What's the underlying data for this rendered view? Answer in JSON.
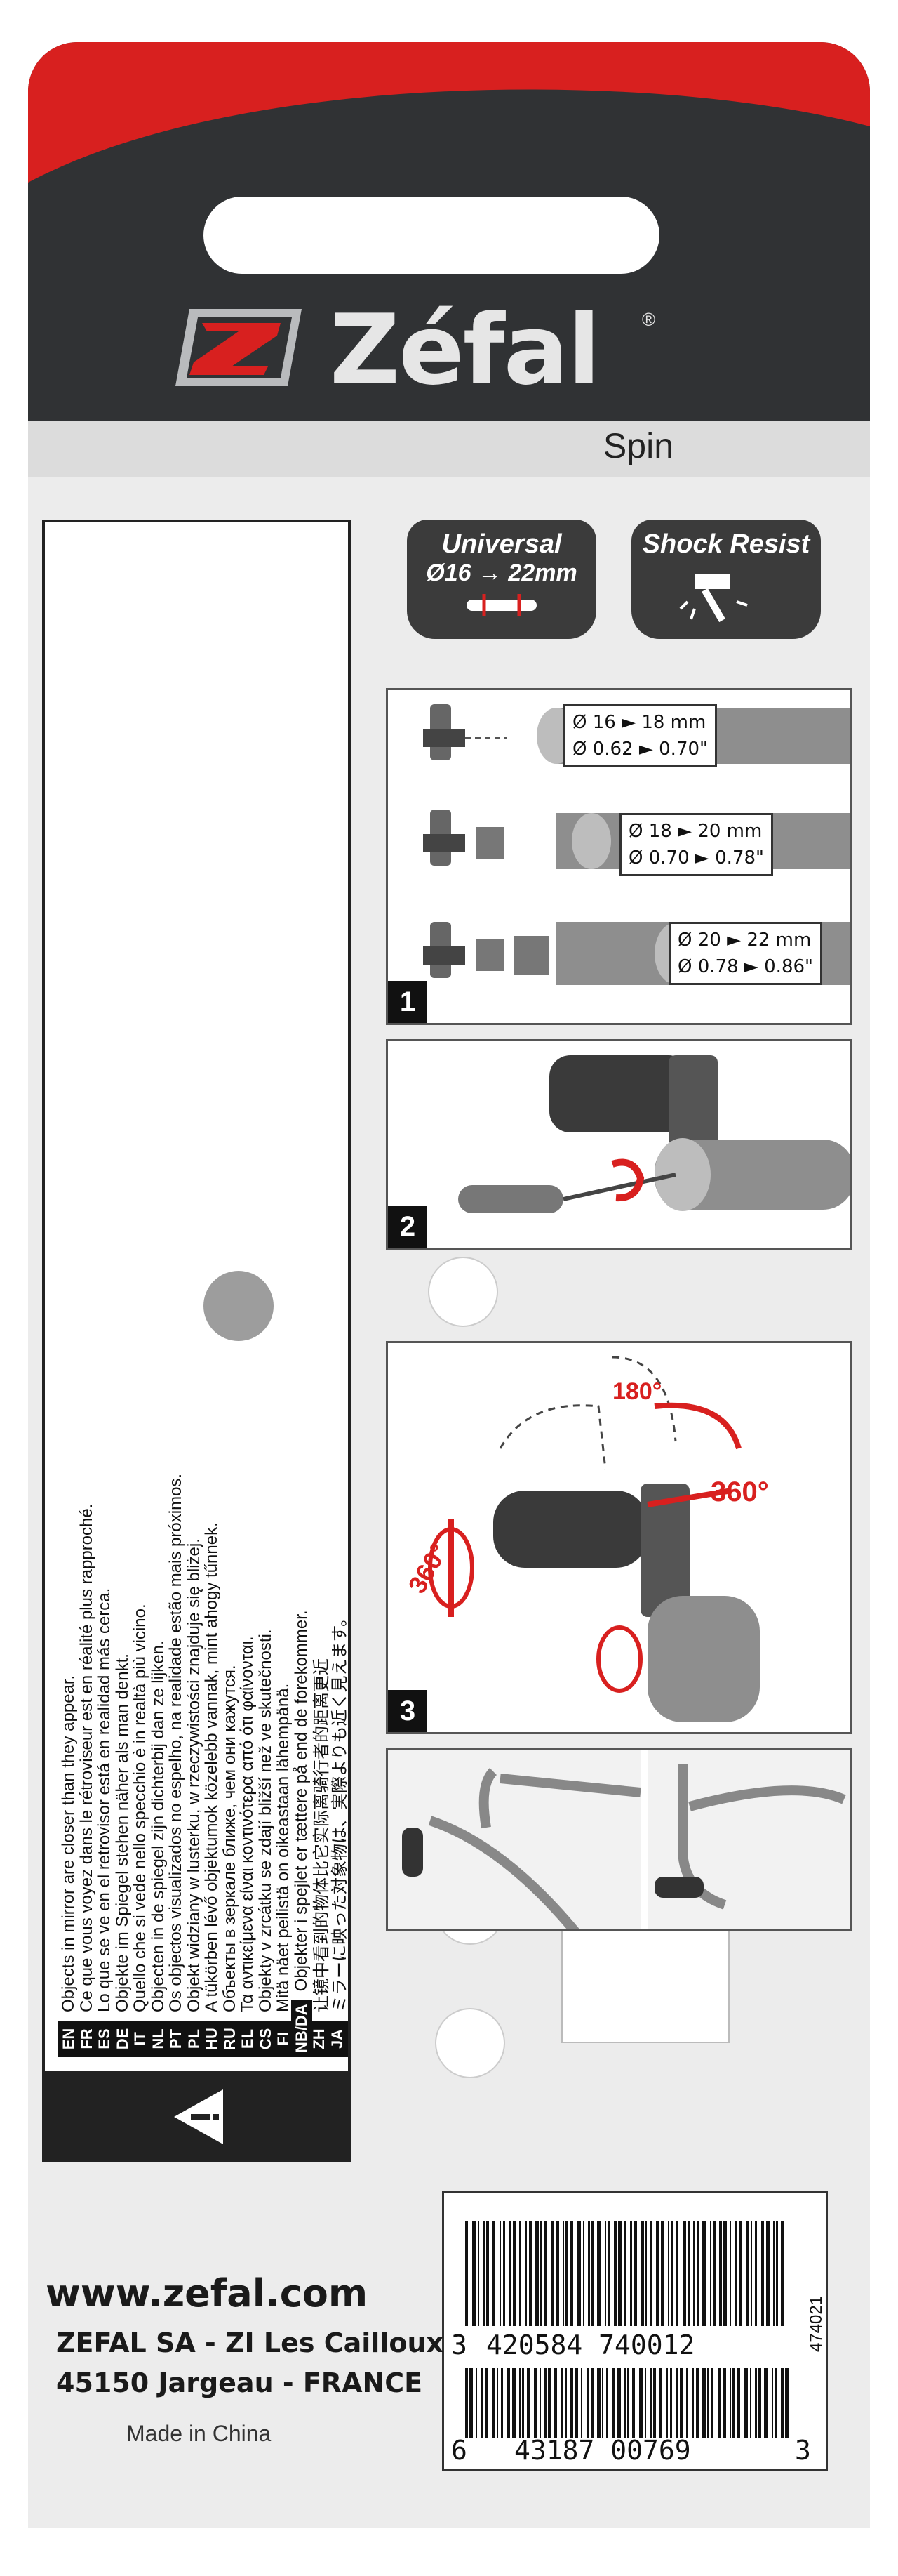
{
  "brand": {
    "name": "Zéfal",
    "registered": "®",
    "model": "Spin",
    "colors": {
      "card": "#303234",
      "red": "#d8201f",
      "grey": "#dcdcdc"
    }
  },
  "features": [
    {
      "title": "Universal",
      "subtitle": "Ø16 → 22mm",
      "icon": "handlebar-clamp-icon"
    },
    {
      "title": "Shock Resist",
      "icon": "hammer-icon"
    }
  ],
  "warnings": [
    {
      "code": "EN",
      "text": "Objects in mirror are closer than they appear."
    },
    {
      "code": "FR",
      "text": "Ce que vous voyez dans le rétroviseur est en réalité plus rapproché."
    },
    {
      "code": "ES",
      "text": "Lo que se ve en el retrovisor está en realidad más cerca."
    },
    {
      "code": "DE",
      "text": "Objekte im Spiegel stehen näher als man denkt."
    },
    {
      "code": "IT",
      "text": "Quello che si vede nello specchio è in realtà più vicino."
    },
    {
      "code": "NL",
      "text": "Objecten in de spiegel zijn dichterbij dan ze lijken."
    },
    {
      "code": "PT",
      "text": "Os objectos visualizados no espelho, na realidade estão mais próximos."
    },
    {
      "code": "PL",
      "text": "Objekt widziany w lusterku, w rzeczywistości znajduje się bliżej."
    },
    {
      "code": "HU",
      "text": "A tükörben lévő objektumok közelebb vannak, mint ahogy tűnnek."
    },
    {
      "code": "RU",
      "text": "Объекты в зеркале ближе, чем они кажутся."
    },
    {
      "code": "EL",
      "text": "Τα αντικείμενα είναι κοντινότερα από ότι φαίνονται."
    },
    {
      "code": "CS",
      "text": "Objekty v zrcátku se zdají bližší než ve skutečnosti."
    },
    {
      "code": "FI",
      "text": "Mitä näet peilistä on oikeastaan lähempänä."
    },
    {
      "code": "NB/DA",
      "text": "Objekter i spejlet er tættere på end de forekommer."
    },
    {
      "code": "ZH",
      "text": "让镜中看到的物体比它实际离骑行者的距离更近"
    },
    {
      "code": "JA",
      "text": "ミラーに映った対象物は、実際よりも近く見えます。"
    }
  ],
  "steps": [
    {
      "number": "1",
      "sizes": [
        {
          "mm": "Ø 16 ► 18 mm",
          "inch": "Ø 0.62 ► 0.70\""
        },
        {
          "mm": "Ø 18 ► 20 mm",
          "inch": "Ø 0.70 ► 0.78\""
        },
        {
          "mm": "Ø 20 ► 22 mm",
          "inch": "Ø 0.78 ► 0.86\""
        }
      ]
    },
    {
      "number": "2"
    },
    {
      "number": "3",
      "angles": [
        "180°",
        "360°",
        "360°"
      ]
    }
  ],
  "footer": {
    "website": "www.zefal.com",
    "address_line1": "ZEFAL SA - ZI Les Cailloux",
    "address_line2": "45150 Jargeau - FRANCE",
    "made_in": "Made in China"
  },
  "barcodes": {
    "ean": {
      "prefix": "3",
      "number": "420584 740012"
    },
    "upc": {
      "prefix": "6",
      "number": "43187 00769",
      "suffix": "3"
    },
    "sku": "474021"
  }
}
